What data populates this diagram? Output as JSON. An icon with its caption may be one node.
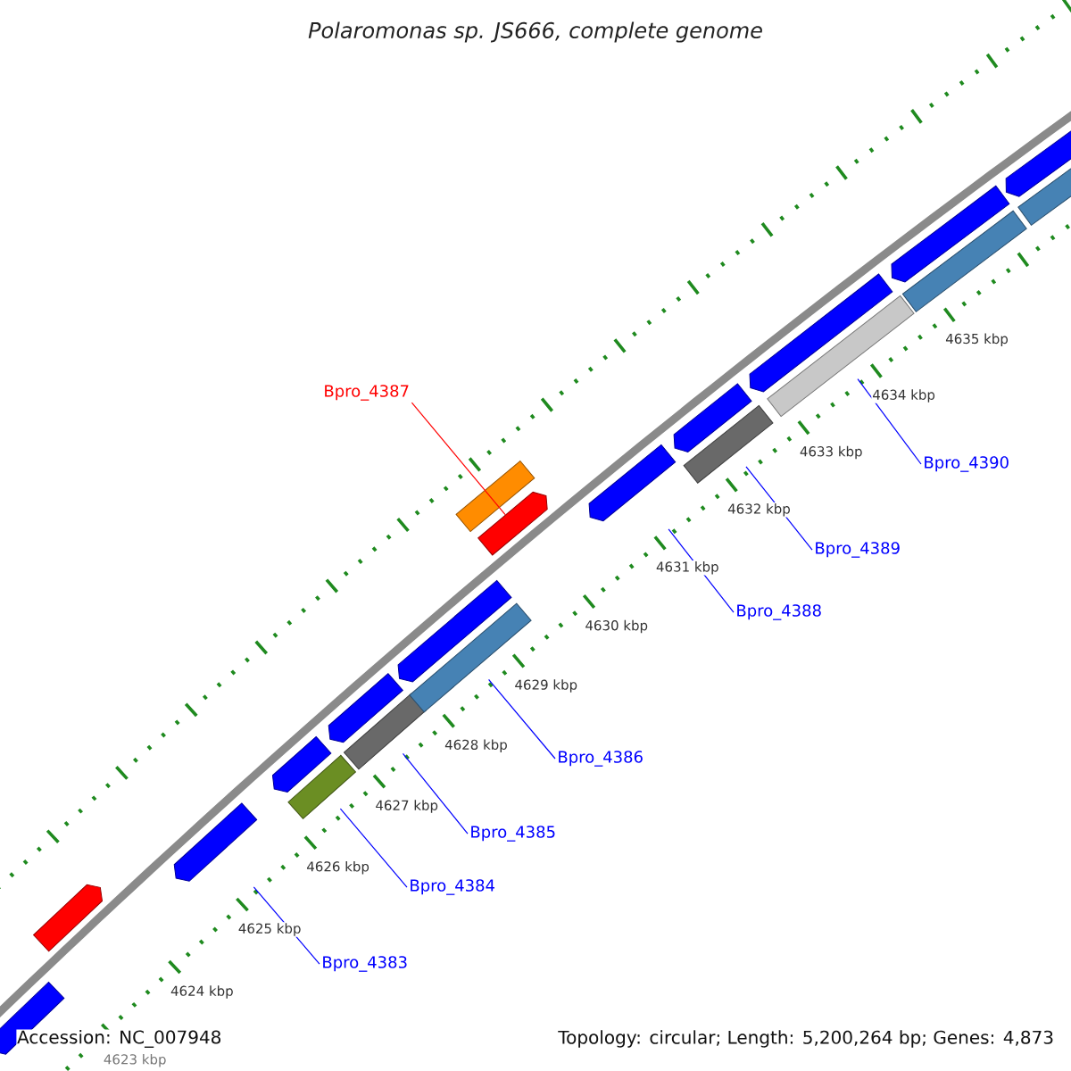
{
  "diagram": {
    "title": "Polaromonas sp. JS666, complete genome",
    "nodes": [
      {
        "text": [
          "Bpro_4387"
        ]
      },
      {
        "text": [
          "Bpro_4390"
        ]
      },
      {
        "text": [
          "Bpro_4389"
        ]
      },
      {
        "text": [
          "Bpro_4388"
        ]
      },
      {
        "text": [
          "Bpro_4386"
        ]
      },
      {
        "text": [
          "Bpro_4385"
        ]
      },
      {
        "text": [
          "Bpro_4384"
        ]
      },
      {
        "text": [
          "Bpro_4383"
        ]
      },
      {
        "text": [],
        "shape": "arrow"
      },
      {
        "text": [],
        "shape": "arrow"
      },
      {
        "text": [],
        "shape": "arrow"
      },
      {
        "text": [],
        "shape": "arrow"
      },
      {
        "text": [],
        "shape": "box"
      },
      {
        "text": [],
        "shape": "arrow"
      },
      {
        "text": [],
        "shape": "box"
      },
      {
        "text": [],
        "shape": "arrow"
      },
      {
        "text": [],
        "shape": "box"
      },
      {
        "text": [],
        "shape": "box"
      },
      {
        "text": [],
        "shape": "arrow"
      },
      {
        "text": [],
        "shape": "arrow"
      },
      {
        "text": [],
        "shape": "arrow"
      },
      {
        "text": [],
        "shape": "box"
      },
      {
        "text": [],
        "shape": "arrow"
      },
      {
        "text": [],
        "shape": "box"
      },
      {
        "text": [],
        "shape": "arrow"
      },
      {
        "text": [],
        "shape": "box"
      },
      {
        "text": [],
        "shape": "arrow"
      },
      {
        "text": [],
        "shape": "box"
      }
    ],
    "edges": [
      {
        "from": 0,
        "to": 18,
        "arrow": "none",
        "color": "#ff0000"
      },
      {
        "from": 1,
        "to": 23,
        "arrow": "none"
      },
      {
        "from": 2,
        "to": 21,
        "arrow": "none"
      },
      {
        "from": 3,
        "to": 19,
        "arrow": "none"
      },
      {
        "from": 4,
        "to": 16,
        "arrow": "none"
      },
      {
        "from": 5,
        "to": 14,
        "arrow": "none"
      },
      {
        "from": 6,
        "to": 12,
        "arrow": "none"
      },
      {
        "from": 7,
        "to": 10,
        "arrow": "none"
      }
    ],
    "labels": [
      "4635 kbp",
      "4634 kbp",
      "4633 kbp",
      "4632 kbp",
      "4631 kbp",
      "4630 kbp",
      "4629 kbp",
      "4628 kbp",
      "4627 kbp",
      "4626 kbp",
      "4625 kbp",
      "4624 kbp",
      "4623 kbp",
      "Accession: NC_007948",
      "Topology: circular; Length: 5,200,264 bp; Genes: 4,873"
    ]
  }
}
